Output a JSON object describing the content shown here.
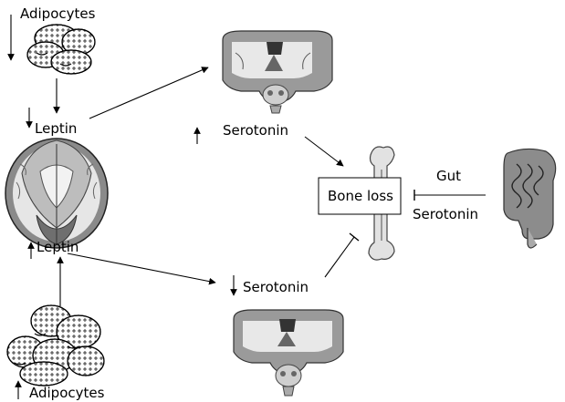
{
  "labels": {
    "adipocytes_top": "Adipocytes",
    "leptin_top": "Leptin",
    "serotonin_top": "Serotonin",
    "bone_loss": "Bone loss",
    "gut": "Gut",
    "gut_serotonin": "Serotonin",
    "leptin_bottom": "Leptin",
    "serotonin_bottom": "Serotonin",
    "adipocytes_bottom": "Adipocytes"
  }
}
